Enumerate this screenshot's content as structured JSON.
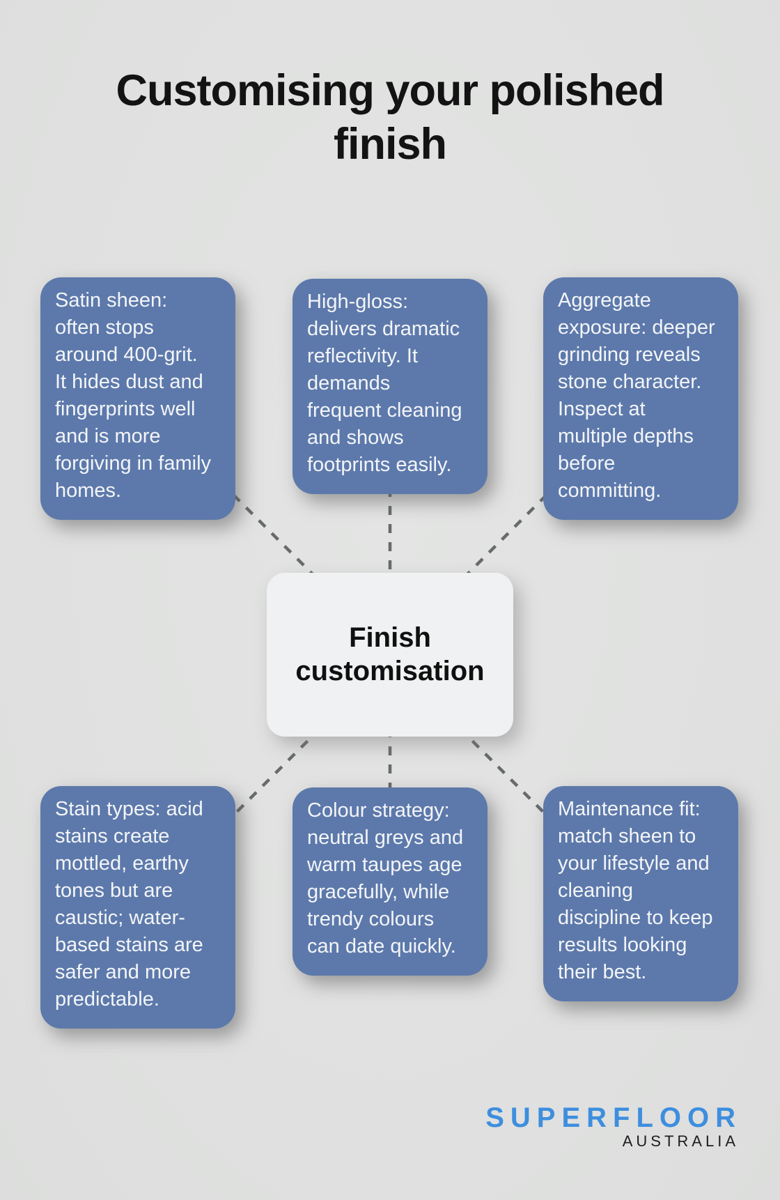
{
  "title": "Customising your polished\nfinish",
  "center": {
    "label": "Finish\ncustomisation"
  },
  "nodes": [
    {
      "name": "satin-sheen",
      "text": "Satin sheen:\noften stops\naround 400-grit.\nIt hides dust and\nfingerprints well\nand is more\nforgiving in family\nhomes."
    },
    {
      "name": "high-gloss",
      "text": "High-gloss:\ndelivers dramatic\nreflectivity. It\ndemands\nfrequent cleaning\nand shows\nfootprints easily."
    },
    {
      "name": "aggregate-exposure",
      "text": "Aggregate\nexposure: deeper\ngrinding reveals\nstone character.\nInspect at\nmultiple depths\nbefore\ncommitting."
    },
    {
      "name": "stain-types",
      "text": "Stain types: acid\nstains create\nmottled, earthy\ntones but are\ncaustic; water-\nbased stains are\nsafer and more\npredictable."
    },
    {
      "name": "colour-strategy",
      "text": "Colour strategy:\nneutral greys and\nwarm taupes age\ngracefully, while\ntrendy colours\ncan date quickly."
    },
    {
      "name": "maintenance-fit",
      "text": "Maintenance fit:\nmatch sheen to\nyour lifestyle and\ncleaning\ndiscipline to keep\nresults looking\ntheir best."
    }
  ],
  "logo": {
    "brand": "SUPERFLOOR",
    "region": "AUSTRALIA"
  },
  "colors": {
    "background": "#e0e1e0",
    "node_bg": "#5d79ab",
    "node_text": "#f3f5f8",
    "center_bg": "#eff1f2",
    "connector": "#666a6a",
    "title_text": "#131313",
    "logo_blue": "#3e8ede",
    "logo_dark": "#1d1d1d"
  }
}
